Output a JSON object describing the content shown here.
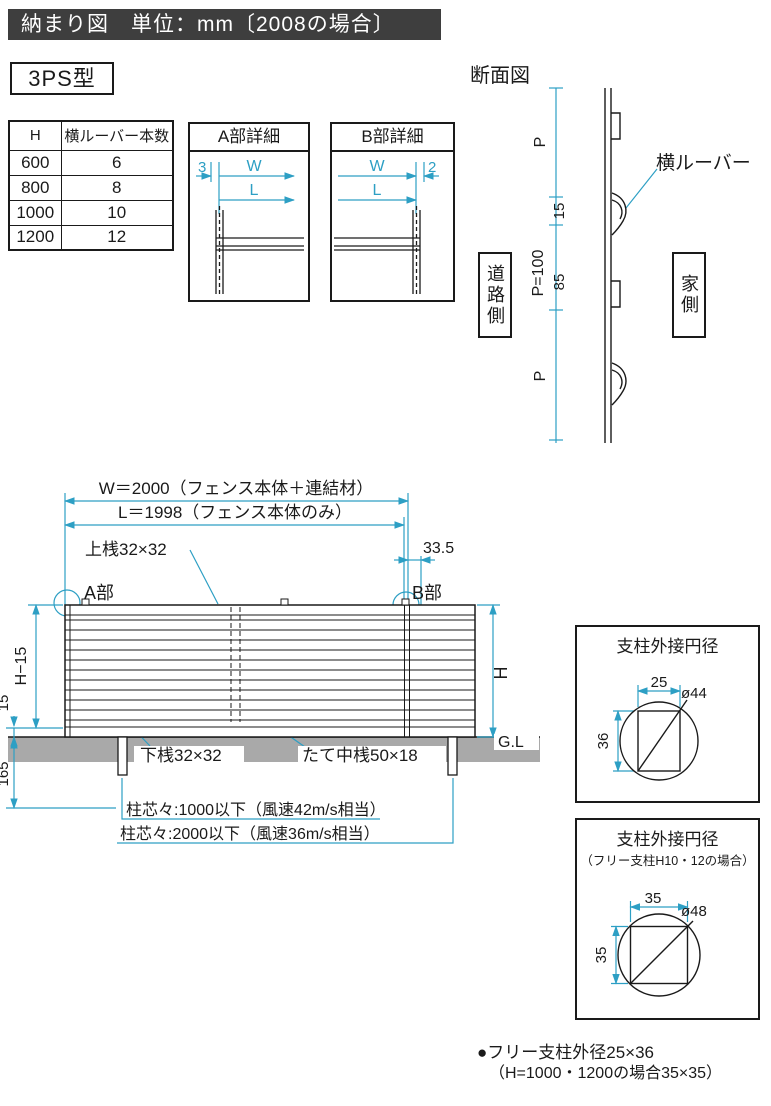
{
  "header": {
    "title": "納まり図　単位：mm〔2008の場合〕",
    "model": "3PS型",
    "section_view_label": "断面図"
  },
  "spec_table": {
    "headers": [
      "H",
      "横ルーバー本数"
    ],
    "rows": [
      {
        "h": "600",
        "count": "6"
      },
      {
        "h": "800",
        "count": "8"
      },
      {
        "h": "1000",
        "count": "10"
      },
      {
        "h": "1200",
        "count": "12"
      }
    ]
  },
  "detail_a": {
    "title": "A部詳細",
    "dim_offset": "3",
    "dim_w": "W",
    "dim_l": "L"
  },
  "detail_b": {
    "title": "B部詳細",
    "dim_offset": "2",
    "dim_w": "W",
    "dim_l": "L"
  },
  "section_view": {
    "dim_p_top": "P",
    "dim_15": "15",
    "dim_p100": "P=100",
    "dim_85": "85",
    "dim_p_bottom": "P",
    "louver_label": "横ルーバー",
    "road_side": "道路側",
    "house_side": "家側"
  },
  "elevation": {
    "dim_w": "W＝2000（フェンス本体＋連結材）",
    "dim_l": "L＝1998（フェンス本体のみ）",
    "top_rail_label": "上桟32×32",
    "dim_33_5": "33.5",
    "part_a": "A部",
    "part_b": "B部",
    "dim_h_minus_15": "H−15",
    "dim_15": "15",
    "dim_h": "H",
    "ground_label": "G.L",
    "bottom_rail_label": "下桟32×32",
    "center_rail_label": "たて中桟50×18",
    "dim_165": "165",
    "post_pitch_1": "柱芯々:1000以下（風速42m/s相当）",
    "post_pitch_2": "柱芯々:2000以下（風速36m/s相当）"
  },
  "post_detail_1": {
    "title": "支柱外接円径",
    "dim_width": "25",
    "dim_dia": "ø44",
    "dim_height": "36"
  },
  "post_detail_2": {
    "title": "支柱外接円径",
    "subtitle": "（フリー支柱H10・12の場合）",
    "dim_width": "35",
    "dim_dia": "ø48",
    "dim_height": "35"
  },
  "footnote": {
    "line1": "●フリー支柱外径25×36",
    "line2": "（H=1000・1200の場合35×35）"
  },
  "colors": {
    "dimension": "#2d9fc4",
    "ink": "#1a1a1a",
    "ground": "#a9a9a9",
    "header_bg": "#3e3e3e"
  }
}
